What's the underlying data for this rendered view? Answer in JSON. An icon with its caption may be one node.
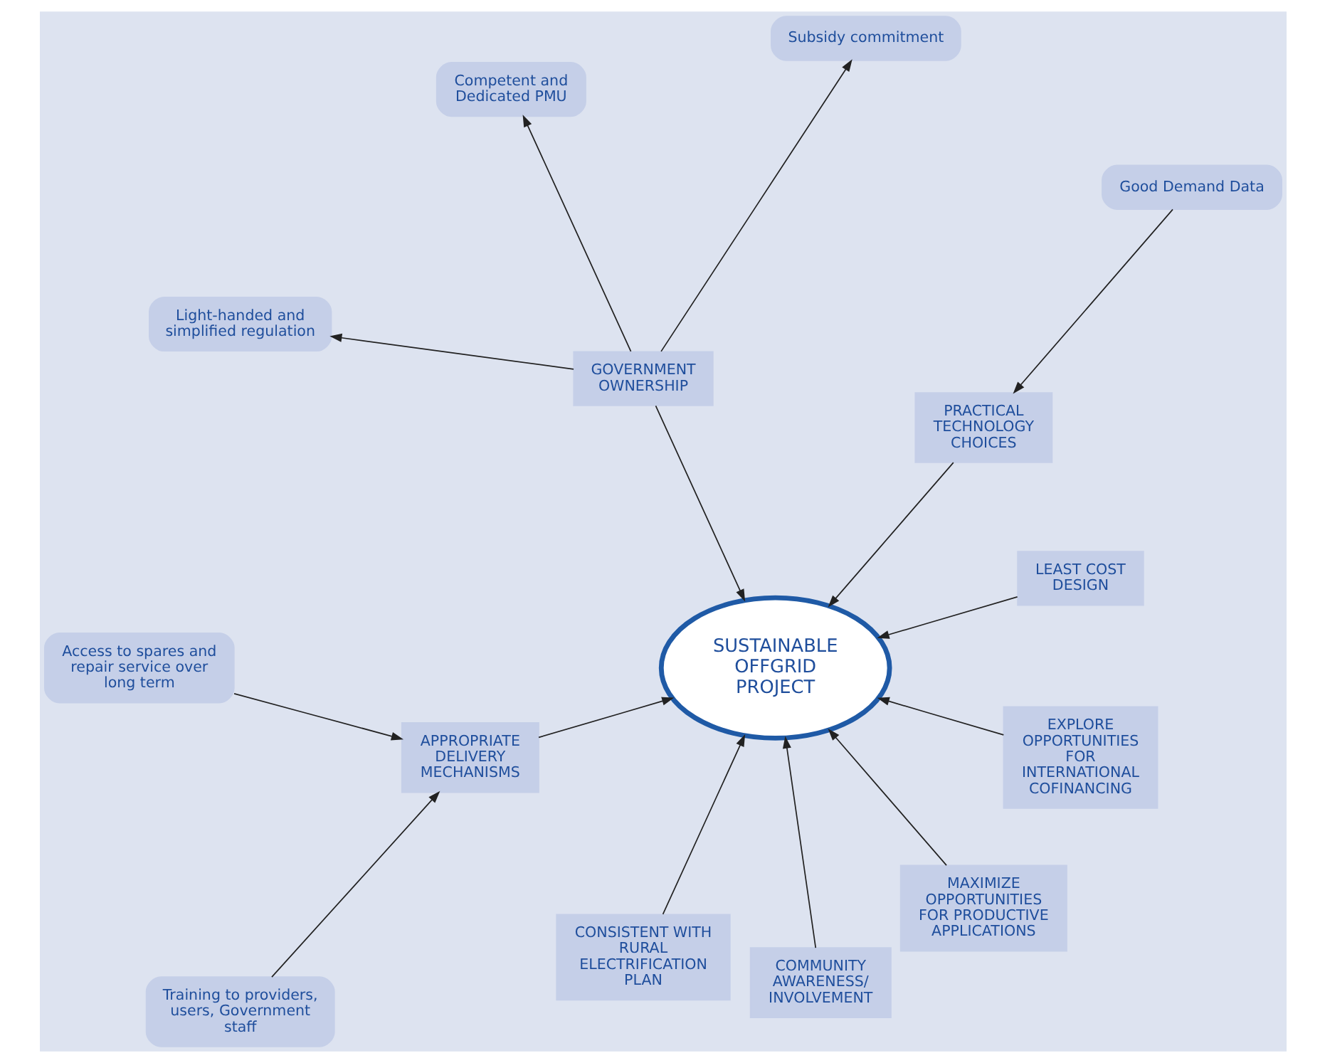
{
  "diagram": {
    "nodes": [
      {
        "text": [
          "LEAST COST DESIGN"
        ]
      },
      {
        "text": [
          "PRACTICAL TECHNOLOGY CHOICES"
        ]
      },
      {
        "text": [
          "Good Demand Data"
        ]
      },
      {
        "text": [
          "GOVERNMENT OWNERSHIP"
        ]
      },
      {
        "text": [
          "Subsidy commitment"
        ]
      },
      {
        "text": [
          "APPROPRIATE DELIVERY MECHANISMS"
        ]
      },
      {
        "text": [
          "SUSTAINABLE OFFGRID PROJECT"
        ]
      },
      {
        "text": [
          "Competent and Dedicated PMU"
        ]
      },
      {
        "text": [
          "Access to spares and repair service over long term"
        ]
      },
      {
        "text": [
          "Light-handed and simplified regulation"
        ]
      },
      {
        "text": [
          "Training to providers, users, Government staff"
        ]
      },
      {
        "text": [
          "CONSISTENT WITH RURAL ELECTRIFICATION PLAN"
        ]
      },
      {
        "text": [
          "COMMUNITY AWARENESS/ INVOLVEMENT"
        ]
      },
      {
        "text": [
          "MAXIMIZE OPPORTUNITIES FOR PRODUCTIVE APPLICATIONS"
        ]
      },
      {
        "text": [
          "EXPLORE OPPORTUNITIES FOR INTERNATIONAL COFINANCING"
        ]
      }
    ],
    "edges": [
      {
        "from": 0,
        "to": 6,
        "arrow": "to"
      },
      {
        "from": 1,
        "to": 6,
        "arrow": "to"
      },
      {
        "from": 2,
        "to": 1,
        "arrow": "to"
      },
      {
        "from": 3,
        "to": 6,
        "arrow": "to"
      },
      {
        "from": 3,
        "to": 4,
        "arrow": "to"
      },
      {
        "from": 3,
        "to": 7,
        "arrow": "to"
      },
      {
        "from": 3,
        "to": 9,
        "arrow": "to"
      },
      {
        "from": 5,
        "to": 6,
        "arrow": "to"
      },
      {
        "from": 8,
        "to": 5,
        "arrow": "to"
      },
      {
        "from": 10,
        "to": 5,
        "arrow": "to"
      },
      {
        "from": 12,
        "to": 6,
        "arrow": "to"
      },
      {
        "from": 13,
        "to": 6,
        "arrow": "to"
      },
      {
        "from": 14,
        "to": 6,
        "arrow": "to"
      },
      {
        "from": 11,
        "to": 6,
        "arrow": "to"
      }
    ]
  }
}
